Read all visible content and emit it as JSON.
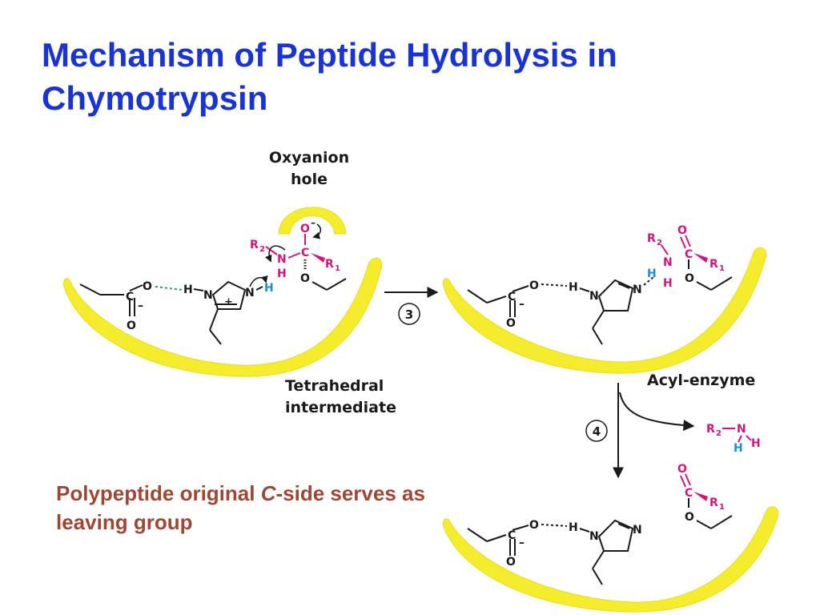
{
  "slide": {
    "title_line1": "Mechanism of Peptide Hydrolysis in",
    "title_line2": "Chymotrypsin",
    "caption_part1": "Polypeptide original ",
    "caption_italic": "C",
    "caption_part2": "-side serves as leaving group"
  },
  "labels": {
    "oxyanion_line1": "Oxyanion",
    "oxyanion_line2": "hole",
    "tetrahedral_line1": "Tetrahedral",
    "tetrahedral_line2": "intermediate",
    "acyl_enzyme": "Acyl-enzyme",
    "step3": "3",
    "step4": "4"
  },
  "atoms": {
    "C": "C",
    "O": "O",
    "N": "N",
    "H": "H",
    "R": "R",
    "sub1": "1",
    "sub2": "2",
    "minus": "–",
    "plus": "+"
  },
  "colors": {
    "title": "#1a33d4",
    "caption": "#a04633",
    "enzyme": "#f6ec2e",
    "substrate": "#d4147a",
    "hydrogen": "#1e8fd6",
    "hbond": "#2e9c57",
    "ink": "#1a1a1a"
  }
}
